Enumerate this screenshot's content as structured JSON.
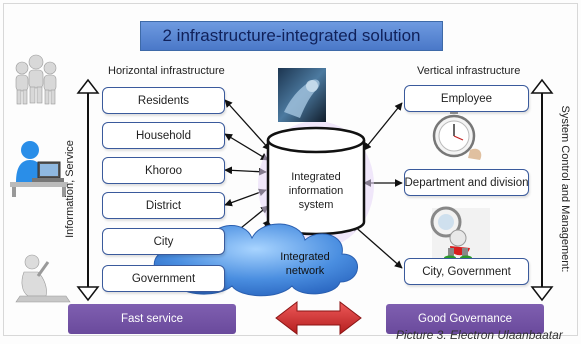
{
  "banner": {
    "title": "2 infrastructure-integrated solution"
  },
  "horizontal": {
    "heading": "Horizontal infrastructure",
    "items": [
      "Residents",
      "Household",
      "Khoroo",
      "District",
      "City",
      "Government"
    ],
    "side_label": "Information, Service",
    "bar_label": "Fast service"
  },
  "vertical": {
    "heading": "Vertical infrastructure",
    "items": [
      "Employee",
      "Department and division",
      "City, Government"
    ],
    "side_label": "System Control and Management:",
    "bar_label": "Good Governance"
  },
  "center": {
    "system_label": [
      "Integrated",
      "information",
      "system"
    ],
    "network_label": [
      "Integrated",
      "network"
    ]
  },
  "caption": "Picture 3. Electron Ulaanbaatar",
  "colors": {
    "banner": "#5a86d4",
    "box_border": "#3a5a9c",
    "bar_purple": "#6f4f9e",
    "cloud": "#4a8ee0",
    "double_arrow": "#cc2a2a",
    "cylinder_glow": "#b48be0"
  },
  "icons": [
    "people-group-icon",
    "computer-user-icon",
    "thinking-person-icon",
    "hand-handshake-photo",
    "stopwatch-icon",
    "magnifier-inspector-icon"
  ]
}
